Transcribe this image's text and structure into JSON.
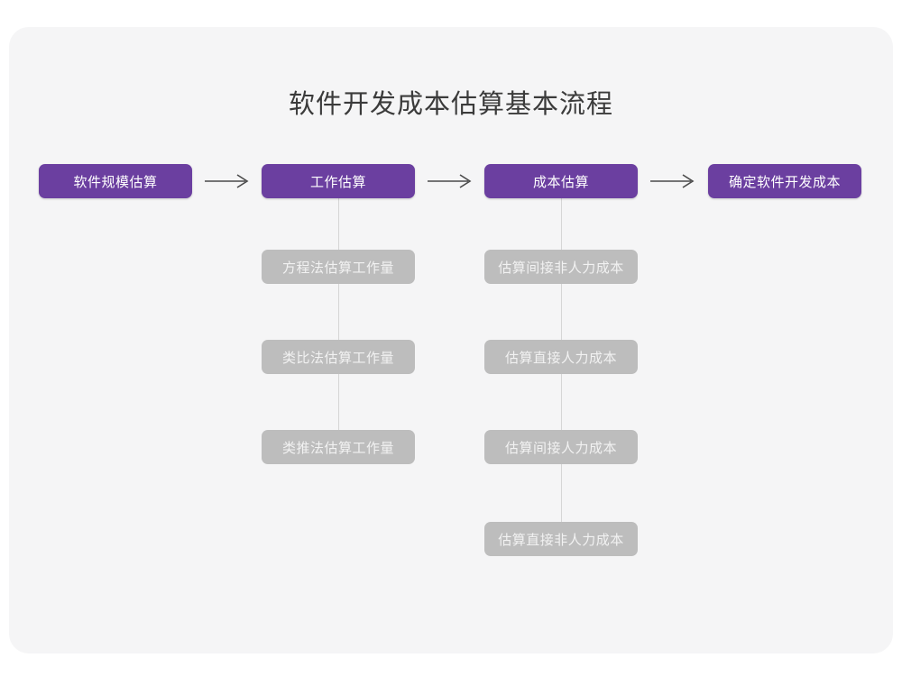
{
  "page": {
    "background_color": "#ffffff",
    "card_color": "#f5f5f6"
  },
  "header": {
    "title": "软件开发成本估算基本流程"
  },
  "theme": {
    "primary_color": "#6b3fa0",
    "secondary_color": "#bdbdbd",
    "primary_text_color": "#ffffff",
    "secondary_text_color": "#f2f2f2",
    "connector_color": "#d6d6d6",
    "arrow_color": "#4a4a4a",
    "title_color": "#3b3b3b"
  },
  "flow": {
    "main_steps": [
      {
        "id": "step-1",
        "label": "软件规模估算"
      },
      {
        "id": "step-2",
        "label": "工作估算"
      },
      {
        "id": "step-3",
        "label": "成本估算"
      },
      {
        "id": "step-4",
        "label": "确定软件开发成本"
      }
    ],
    "arrows": [
      {
        "id": "arrow-1",
        "glyph": "arrow-right-icon"
      },
      {
        "id": "arrow-2",
        "glyph": "arrow-right-icon"
      },
      {
        "id": "arrow-3",
        "glyph": "arrow-right-icon"
      }
    ],
    "effort_substeps": [
      {
        "id": "effort-1",
        "label": "方程法估算工作量"
      },
      {
        "id": "effort-2",
        "label": "类比法估算工作量"
      },
      {
        "id": "effort-3",
        "label": "类推法估算工作量"
      }
    ],
    "cost_substeps": [
      {
        "id": "cost-1",
        "label": "估算间接非人力成本"
      },
      {
        "id": "cost-2",
        "label": "估算直接人力成本"
      },
      {
        "id": "cost-3",
        "label": "估算间接人力成本"
      },
      {
        "id": "cost-4",
        "label": "估算直接非人力成本"
      }
    ]
  }
}
